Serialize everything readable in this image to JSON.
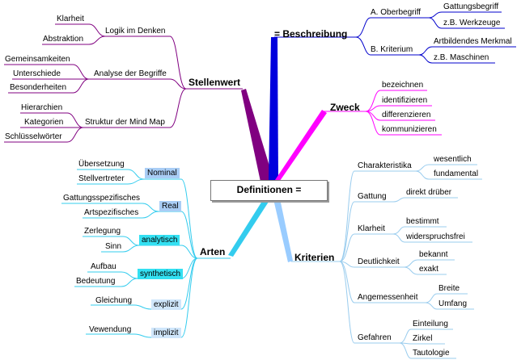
{
  "center": {
    "title": "Definitionen ="
  },
  "branches": {
    "stellenwert": {
      "label": "Stellenwert",
      "color": "#8b0080",
      "logik": {
        "label": "Logik im Denken",
        "items": [
          "Klarheit",
          "Abstraktion"
        ]
      },
      "analyse": {
        "label": "Analyse der Begriffe",
        "items": [
          "Gemeinsamkeiten",
          "Unterschiede",
          "Besonderheiten"
        ]
      },
      "struktur": {
        "label": "Struktur der Mind Map",
        "items": [
          "Hierarchien",
          "Kategorien",
          "Schlüsselwörter"
        ]
      }
    },
    "beschreibung": {
      "label": "= Beschreibung",
      "color": "#0000cc",
      "oberbegriff": {
        "label": "A. Oberbegriff",
        "items": [
          "Gattungsbegriff",
          "z.B. Werkzeuge"
        ]
      },
      "kriterium": {
        "label": "B. Kriterium",
        "items": [
          "Artbildendes Merkmal",
          "z.B. Maschinen"
        ]
      }
    },
    "zweck": {
      "label": "Zweck",
      "color": "#ff00ff",
      "items": [
        "bezeichnen",
        "identifizieren",
        "differenzieren",
        "kommunizieren"
      ]
    },
    "arten": {
      "label": "Arten",
      "color": "#33ccee",
      "nominal": {
        "label": "Nominal",
        "items": [
          "Übersetzung",
          "Stellvertreter"
        ]
      },
      "real": {
        "label": "Real",
        "items": [
          "Gattungsspezifisches",
          "Artspezifisches"
        ]
      },
      "analytisch": {
        "label": "analytisch",
        "items": [
          "Zerlegung",
          "Sinn"
        ]
      },
      "synthetisch": {
        "label": "synthetisch",
        "items": [
          "Aufbau",
          "Bedeutung"
        ]
      },
      "explizit": {
        "label": "explizit",
        "items": [
          "Gleichung"
        ]
      },
      "implizit": {
        "label": "implizit",
        "items": [
          "Vewendung"
        ]
      }
    },
    "kriterien": {
      "label": "Kriterien",
      "color": "#99ccff",
      "charakteristika": {
        "label": "Charakteristika",
        "items": [
          "wesentlich",
          "fundamental"
        ]
      },
      "gattung": {
        "label": "Gattung",
        "items": [
          "direkt drüber"
        ]
      },
      "klarheit": {
        "label": "Klarheit",
        "items": [
          "bestimmt",
          "widerspruchsfrei"
        ]
      },
      "deutlichkeit": {
        "label": "Deutlichkeit",
        "items": [
          "bekannt",
          "exakt"
        ]
      },
      "angemessenheit": {
        "label": "Angemessenheit",
        "items": [
          "Breite",
          "Umfang"
        ]
      },
      "gefahren": {
        "label": "Gefahren",
        "items": [
          "Einteilung",
          "Zirkel",
          "Tautologie"
        ]
      }
    }
  }
}
